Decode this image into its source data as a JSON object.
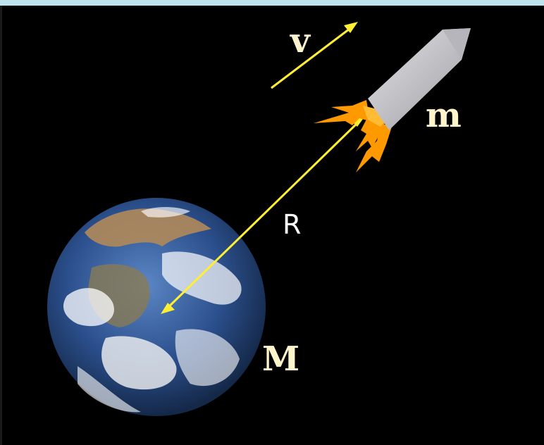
{
  "labels": {
    "velocity": "v",
    "rocket_mass": "m",
    "earth_mass": "M",
    "distance": "R"
  },
  "colors": {
    "background": "#000000",
    "arrow": "#ffee33",
    "label_text": "#fff5cc",
    "rocket_body": "#c8c8cc",
    "flame": "#ff9900",
    "ocean": "#2b4f8c",
    "cloud": "#ffffff",
    "land": "#b08a5a",
    "top_band": "#bfe3ec"
  },
  "icons": {
    "rocket": "rocket-icon",
    "earth": "earth-globe",
    "flame": "exhaust-flame-icon"
  }
}
